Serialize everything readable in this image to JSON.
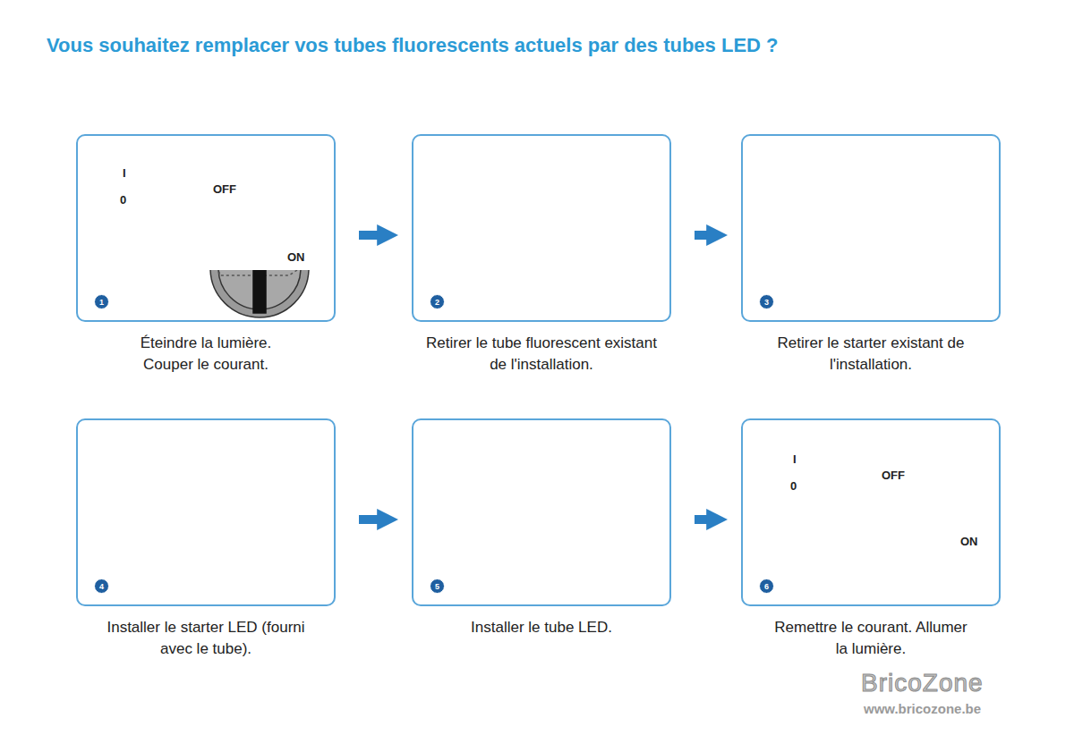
{
  "diagram": {
    "title": "Vous souhaitez remplacer vos tubes fluorescents actuels par des tubes LED ?",
    "nodes": [
      {
        "text": [
          "Éteindre la lumière. Couper le courant."
        ]
      },
      {
        "text": [
          "1"
        ],
        "in": 0
      },
      {
        "text": [
          "Retirer le tube fluorescent existant de l'installation."
        ]
      },
      {
        "text": [
          "2"
        ],
        "in": 2
      },
      {
        "text": [
          "Retirer le starter existant de l'installation."
        ]
      },
      {
        "text": [
          "3"
        ],
        "in": 4
      },
      {
        "text": [
          "Installer le starter LED (fourni avec le tube)."
        ]
      },
      {
        "text": [
          "4"
        ],
        "in": 6
      },
      {
        "text": [
          "Installer le tube LED."
        ]
      },
      {
        "text": [
          "5"
        ],
        "in": 8
      },
      {
        "text": [
          "Remettre le courant. Allumer la lumière."
        ]
      },
      {
        "text": [
          "6"
        ],
        "in": 10
      }
    ],
    "edges": [
      {
        "from": 0,
        "to": 2,
        "arrow": "to"
      },
      {
        "from": 2,
        "to": 4,
        "arrow": "to"
      },
      {
        "from": 6,
        "to": 8,
        "arrow": "to"
      },
      {
        "from": 8,
        "to": 10,
        "arrow": "to"
      }
    ],
    "labels": [
      "OFF",
      "ON",
      "I",
      "0",
      "I",
      "0",
      "OFF",
      "ON",
      "BricoZone",
      "www.bricozone.be"
    ]
  }
}
